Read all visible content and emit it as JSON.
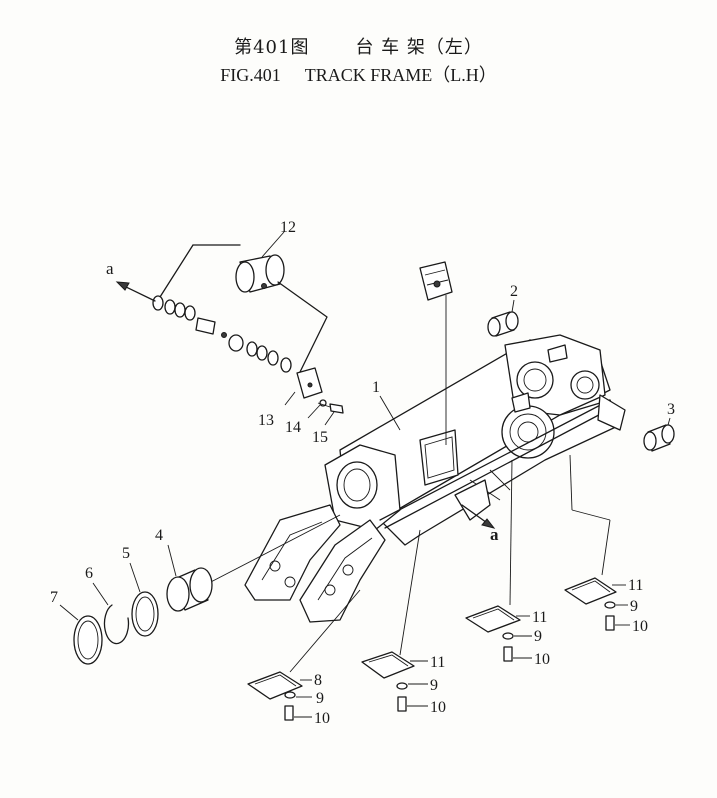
{
  "title": {
    "cn_fig": "第401图",
    "cn_name": "台 车 架（左）",
    "en_fig": "FIG.401",
    "en_name": "TRACK FRAME（L.H）"
  },
  "callouts": {
    "c1": "1",
    "c2": "2",
    "c3": "3",
    "c4": "4",
    "c5": "5",
    "c6": "6",
    "c7": "7",
    "c8": "8",
    "c12": "12",
    "c13": "13",
    "c14": "14",
    "c15": "15",
    "c11a": "11",
    "c11b": "11",
    "c11c": "11",
    "c9a": "9",
    "c9b": "9",
    "c9c": "9",
    "c9d": "9",
    "c10a": "10",
    "c10b": "10",
    "c10c": "10",
    "c10d": "10",
    "arrow_a_left": "a",
    "arrow_a_right": "a"
  }
}
